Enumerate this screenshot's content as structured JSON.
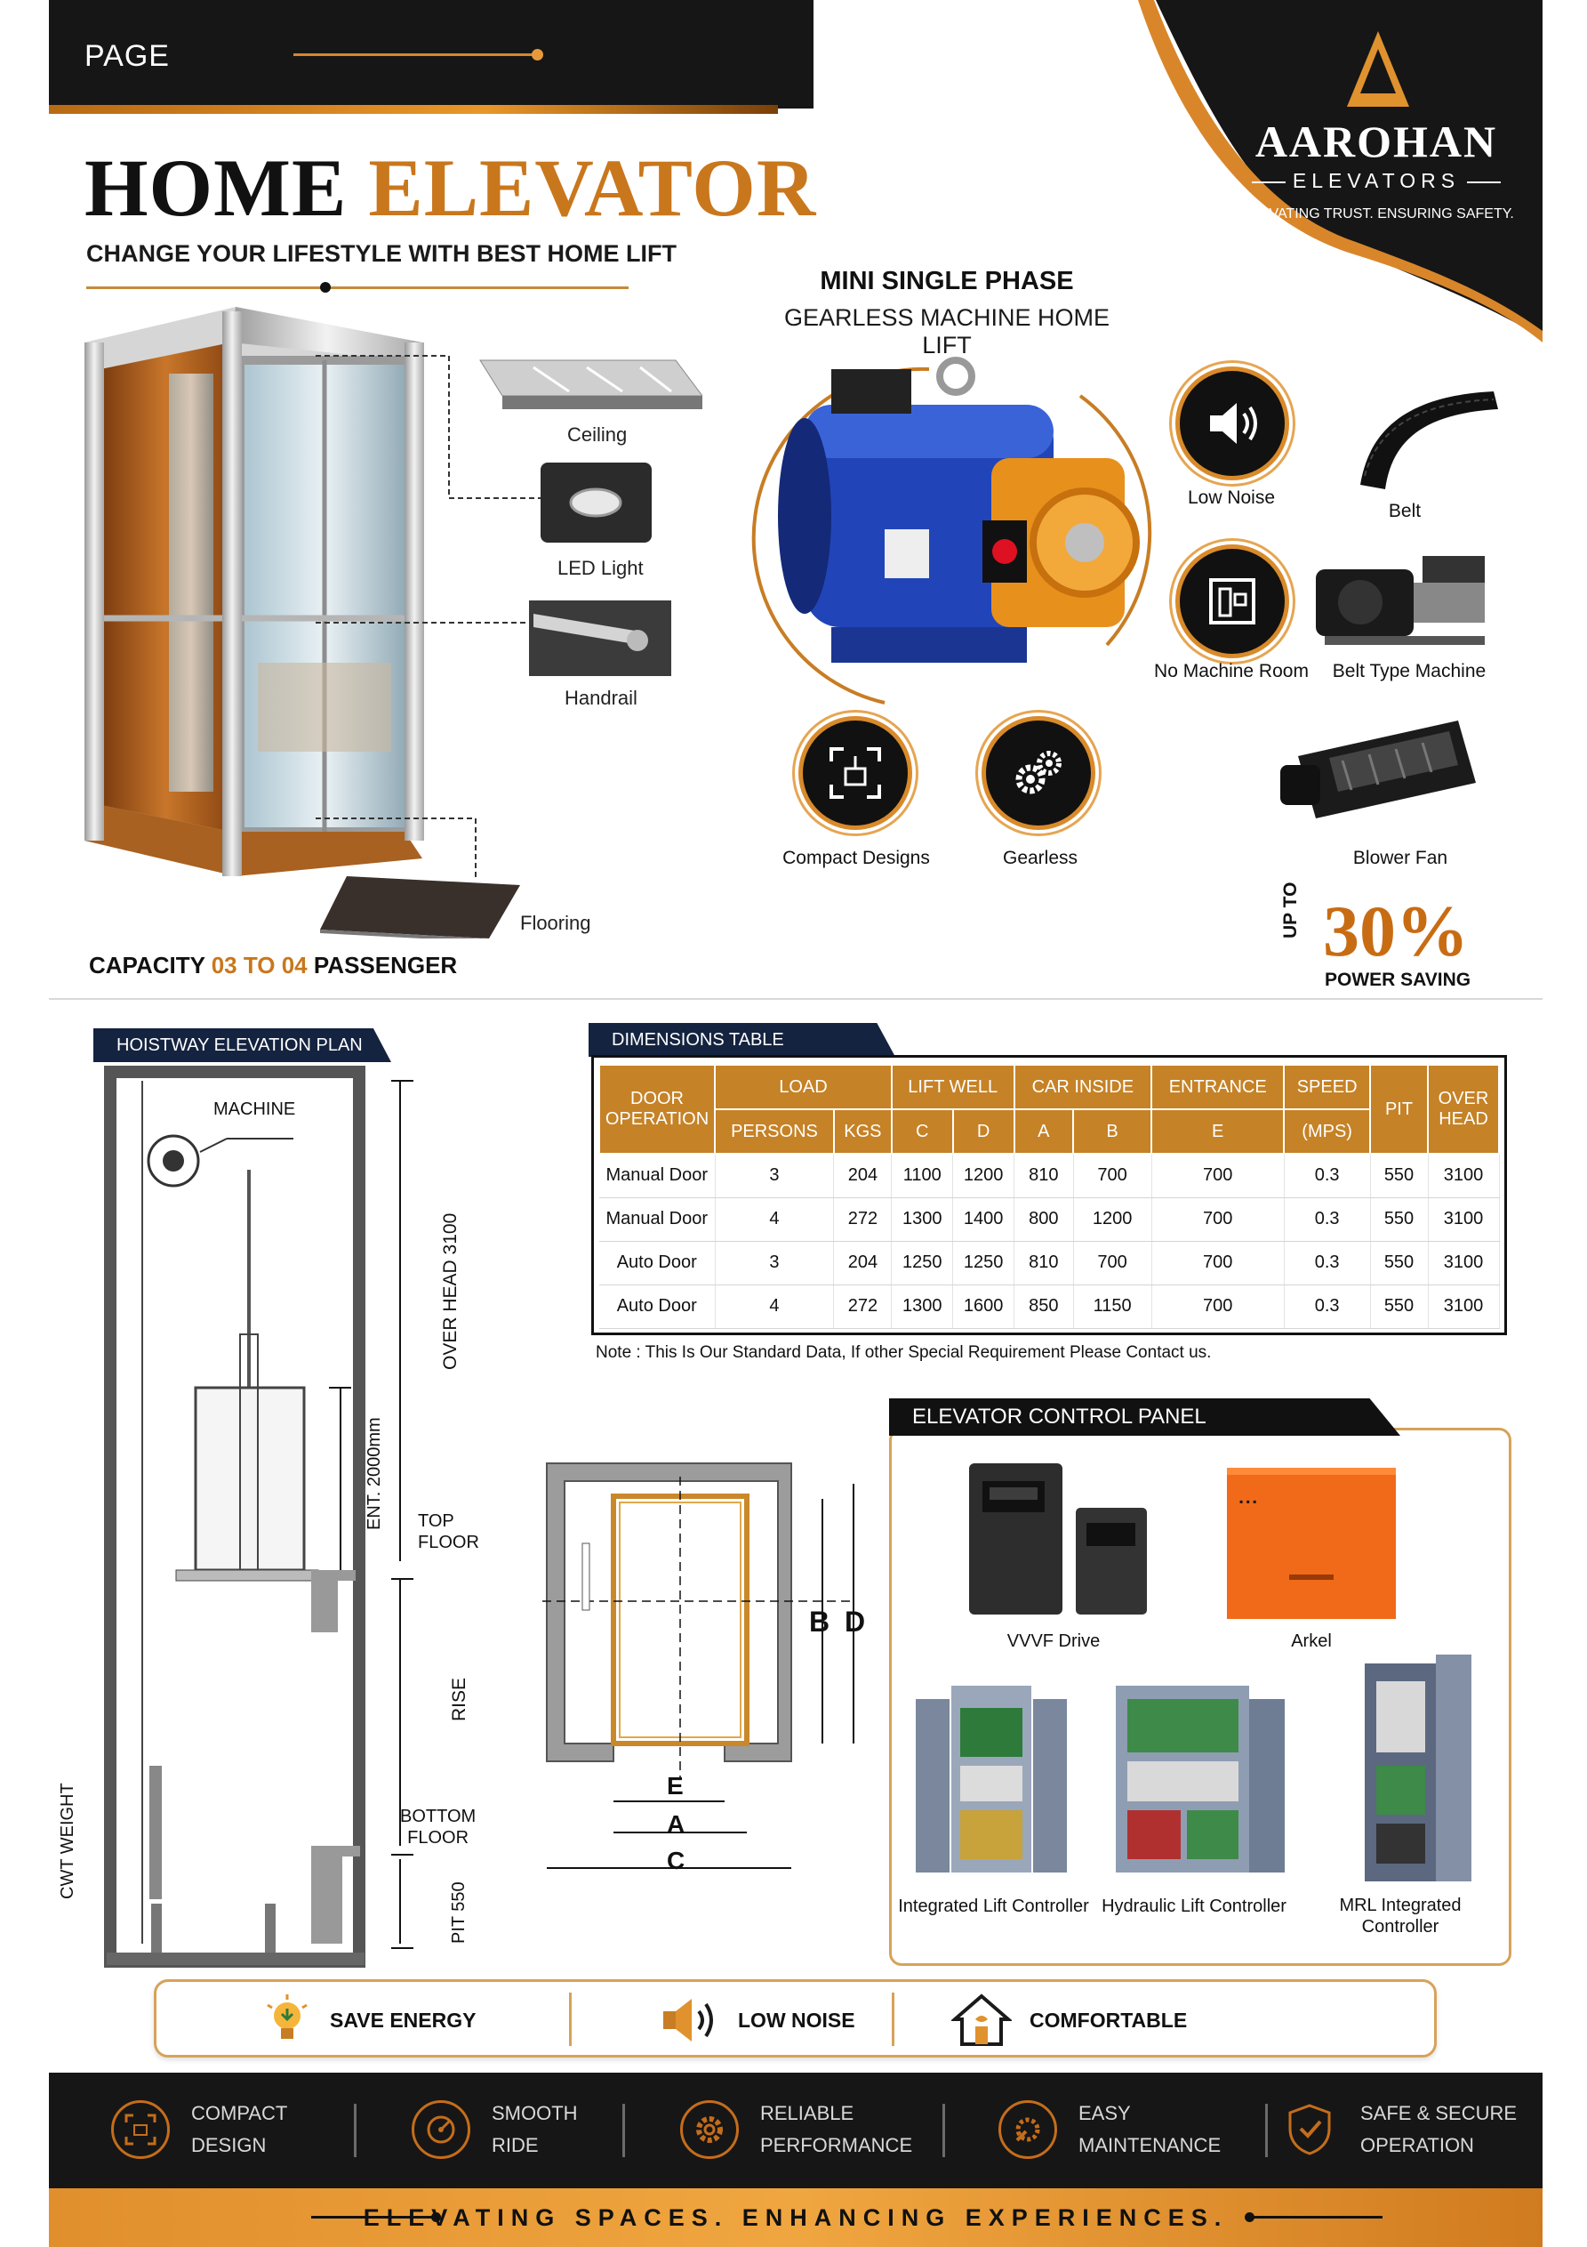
{
  "header": {
    "page_label": "PAGE",
    "title_part1": "HOME",
    "title_part2": "ELEVATOR",
    "subtitle": "CHANGE YOUR LIFESTYLE WITH BEST HOME LIFT"
  },
  "brand": {
    "name": "AAROHAN",
    "sub": "ELEVATORS",
    "tagline": "ELEVATING TRUST. ENSURING SAFETY."
  },
  "cabin_parts": {
    "ceiling": "Ceiling",
    "led": "LED Light",
    "handrail": "Handrail",
    "flooring": "Flooring"
  },
  "capacity": {
    "prefix": "CAPACITY ",
    "range": "03 TO 04",
    "suffix": " PASSENGER"
  },
  "machine": {
    "title": "MINI SINGLE PHASE",
    "subtitle": "GEARLESS MACHINE HOME LIFT"
  },
  "features": {
    "low_noise": "Low Noise",
    "belt": "Belt",
    "no_machine_room": "No Machine Room",
    "belt_type_machine": "Belt Type Machine",
    "compact_designs": "Compact Designs",
    "gearless": "Gearless",
    "blower_fan": "Blower Fan"
  },
  "saving": {
    "upto": "UP TO",
    "percent": "30%",
    "label": "POWER SAVING"
  },
  "hoistway": {
    "heading": "HOISTWAY ELEVATION PLAN",
    "machine": "MACHINE",
    "over_head": "OVER HEAD 3100",
    "ent": "ENT. 2000mm",
    "top_floor_1": "TOP",
    "top_floor_2": "FLOOR",
    "rise": "RISE",
    "bottom_floor_1": "BOTTOM",
    "bottom_floor_2": "FLOOR",
    "pit": "PIT 550",
    "cwt": "CWT WEIGHT"
  },
  "plan": {
    "b": "B",
    "d": "D",
    "e": "E",
    "a": "A",
    "c": "C"
  },
  "dimensions": {
    "heading": "DIMENSIONS TABLE",
    "head": {
      "door_operation": "DOOR OPERATION",
      "load": "LOAD",
      "lift_well": "LIFT WELL",
      "car_inside": "CAR INSIDE",
      "entrance": "ENTRANCE",
      "speed": "SPEED",
      "pit": "PIT",
      "over_head": "OVER HEAD",
      "persons": "PERSONS",
      "kgs": "KGS",
      "c": "C",
      "d": "D",
      "a": "A",
      "b": "B",
      "e": "E",
      "mps": "(MPS)"
    },
    "rows": [
      [
        "Manual Door",
        "3",
        "204",
        "1100",
        "1200",
        "810",
        "700",
        "700",
        "0.3",
        "550",
        "3100"
      ],
      [
        "Manual Door",
        "4",
        "272",
        "1300",
        "1400",
        "800",
        "1200",
        "700",
        "0.3",
        "550",
        "3100"
      ],
      [
        "Auto Door",
        "3",
        "204",
        "1250",
        "1250",
        "810",
        "700",
        "700",
        "0.3",
        "550",
        "3100"
      ],
      [
        "Auto Door",
        "4",
        "272",
        "1300",
        "1600",
        "850",
        "1150",
        "700",
        "0.3",
        "550",
        "3100"
      ]
    ],
    "note": "Note : This Is Our Standard Data, If other Special Requirement Please Contact us."
  },
  "control_panel": {
    "heading": "ELEVATOR CONTROL PANEL",
    "vvvf": "VVVF Drive",
    "arkel": "Arkel",
    "integrated": "Integrated Lift Controller",
    "hydraulic": "Hydraulic Lift Controller",
    "mrl_1": "MRL Integrated",
    "mrl_2": "Controller"
  },
  "benefits": {
    "save_energy": "SAVE ENERGY",
    "low_noise": "LOW NOISE",
    "comfortable": "COMFORTABLE"
  },
  "footer": {
    "items": [
      [
        "COMPACT",
        "DESIGN"
      ],
      [
        "SMOOTH",
        "RIDE"
      ],
      [
        "RELIABLE",
        "PERFORMANCE"
      ],
      [
        "EASY",
        "MAINTENANCE"
      ],
      [
        "SAFE & SECURE",
        "OPERATION"
      ]
    ],
    "tagline": "ELEVATING SPACES. ENHANCING EXPERIENCES."
  },
  "colors": {
    "accent": "#c9771d",
    "dark": "#161616",
    "navy": "#14233f",
    "machine_blue": "#2145b8",
    "arkel_orange": "#f06a1a"
  }
}
